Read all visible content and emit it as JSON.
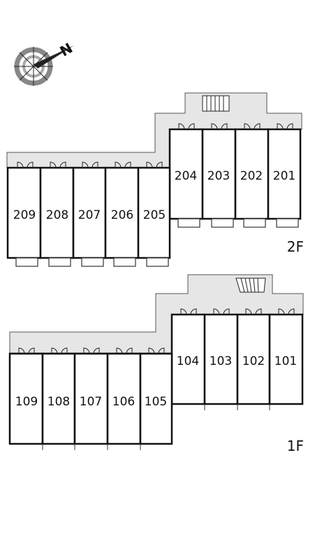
{
  "compass": {
    "icon": "compass-icon",
    "north_label": "N"
  },
  "floors": [
    {
      "id": "2F",
      "label": "2F",
      "units_row_upper": [
        "204",
        "203",
        "202",
        "201"
      ],
      "units_row_lower": [
        "209",
        "208",
        "207",
        "206",
        "205"
      ]
    },
    {
      "id": "1F",
      "label": "1F",
      "units_row_upper": [
        "104",
        "103",
        "102",
        "101"
      ],
      "units_row_lower": [
        "109",
        "108",
        "107",
        "106",
        "105"
      ]
    }
  ],
  "colors": {
    "corridor": "#e6e6e6",
    "walls": "#111111",
    "background": "#ffffff"
  }
}
